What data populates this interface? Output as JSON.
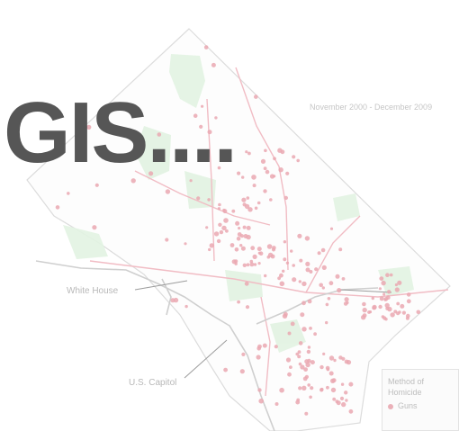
{
  "title": "GIS....",
  "map": {
    "subtitle": "November 2000 - December 2009",
    "labels": {
      "white_house": "White House",
      "us_capitol": "U.S. Capitol"
    },
    "legend": {
      "title_line1": "Method of",
      "title_line2": "Homicide",
      "item": "Guns"
    },
    "colors": {
      "boundary": "#d9d9d9",
      "roads": "#f0b8c0",
      "water": "#c9c9c9",
      "parks": "#d8efd8",
      "points": "#eaa8b2",
      "title": "#565656"
    }
  }
}
